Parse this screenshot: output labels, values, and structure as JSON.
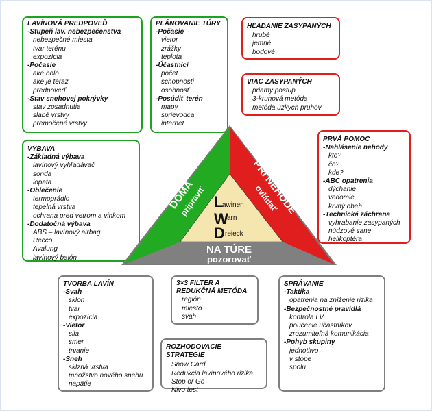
{
  "colors": {
    "green": "#22aa22",
    "red": "#e01e1e",
    "gray": "#7f7f7f",
    "beige": "#f5e6b0"
  },
  "boxes": {
    "lavinova": {
      "title": "LAVÍNOVÁ PREDPOVEĎ",
      "sections": [
        {
          "head": "-Stupeň lav. nebezpečenstva",
          "items": [
            "nebezpečné miesta",
            "tvar terénu",
            "expozícia"
          ]
        },
        {
          "head": "-Počasie",
          "items": [
            "aké bolo",
            "aké je teraz",
            "predpoveď"
          ]
        },
        {
          "head": "-Stav snehovej pokrývky",
          "items": [
            "stav zosadnutia",
            "slabé vrstvy",
            "premočené vrstvy"
          ]
        }
      ]
    },
    "planovanie": {
      "title": "PLÁNOVANIE TÚRY",
      "sections": [
        {
          "head": "-Počasie",
          "items": [
            "vietor",
            "zrážky",
            "teplota"
          ]
        },
        {
          "head": "-Účastníci",
          "items": [
            "počet",
            "schopnosti",
            "osobnosť"
          ]
        },
        {
          "head": "-Posúdiť terén",
          "items": [
            "mapy",
            "sprievodca",
            "internet"
          ]
        }
      ]
    },
    "hladanie": {
      "title": "HĽADANIE ZASYPANÝCH",
      "items": [
        "hrubé",
        "jemné",
        "bodové"
      ]
    },
    "viac": {
      "title": "VIAC ZASYPANÝCH",
      "items": [
        "priamy postup",
        "3-kruhová metóda",
        "metóda úzkych pruhov"
      ]
    },
    "vybava": {
      "title": "VÝBAVA",
      "sections": [
        {
          "head": "-Základná výbava",
          "items": [
            "lavínový vyhľadávač",
            "sonda",
            "lopata"
          ]
        },
        {
          "head": "-Oblečenie",
          "items": [
            "termoprádlo",
            "tepelná vrstva",
            "ochrana pred vetrom a vihkom"
          ]
        },
        {
          "head": "-Dodatočná výbava",
          "items": [
            "ABS – lavínový airbag",
            "Recco",
            "Avalung",
            "lavínový balón"
          ]
        }
      ]
    },
    "prva": {
      "title": "PRVÁ POMOC",
      "sections": [
        {
          "head": "-Nahlásenie nehody",
          "items": [
            "kto?",
            "čo?",
            "kde?"
          ]
        },
        {
          "head": "-ABC opatrenia",
          "items": [
            "dýchanie",
            "vedomie",
            "krvný obeh"
          ]
        },
        {
          "head": "-Technická záchrana",
          "items": [
            "vyhrabanie zasypaných",
            "núdzové sane",
            "helikoptéra"
          ]
        }
      ]
    },
    "tvorba": {
      "title": "TVORBA LAVÍN",
      "sections": [
        {
          "head": "-Svah",
          "items": [
            "sklon",
            "tvar",
            "expozícia"
          ]
        },
        {
          "head": "-Vietor",
          "items": [
            "sila",
            "smer",
            "trvanie"
          ]
        },
        {
          "head": "-Sneh",
          "items": [
            "sklzná vrstva",
            "množstvo nového snehu",
            "napätie"
          ]
        }
      ]
    },
    "filter": {
      "title_line1": "3×3 FILTER A",
      "title_line2": "REDUKČNÁ METÓDA",
      "items": [
        "región",
        "miesto",
        "svah"
      ]
    },
    "rozhodovacie": {
      "title": "ROZHODOVACIE STRATÉGIE",
      "items": [
        "Snow Card",
        "Redukcia lavínového rizika",
        "Stop or Go",
        "Nivo test"
      ]
    },
    "spravanie": {
      "title": "SPRÁVANIE",
      "sections": [
        {
          "head": "-Taktika",
          "items": [
            "opatrenia na zníženie rizika"
          ]
        },
        {
          "head": "-Bezpečnostné pravidlá",
          "items": [
            "kontrola LV",
            "poučenie účastníkov",
            "zrozumiteľná komunikácia"
          ]
        },
        {
          "head": "-Pohyb skupiny",
          "items": [
            "jednotlivo",
            "v stope",
            "spolu"
          ]
        }
      ]
    }
  },
  "triangle": {
    "left_line1": "DOMA",
    "left_line2": "pripraviť",
    "right_line1": "PRI NEHODE",
    "right_line2": "ovládať",
    "bottom_line1": "NA TÚRE",
    "bottom_line2": "pozorovať",
    "center_L": "L",
    "center_L_rest": "awinen",
    "center_W": "W",
    "center_W_rest": "arn",
    "center_D": "D",
    "center_D_rest": "reieck"
  }
}
